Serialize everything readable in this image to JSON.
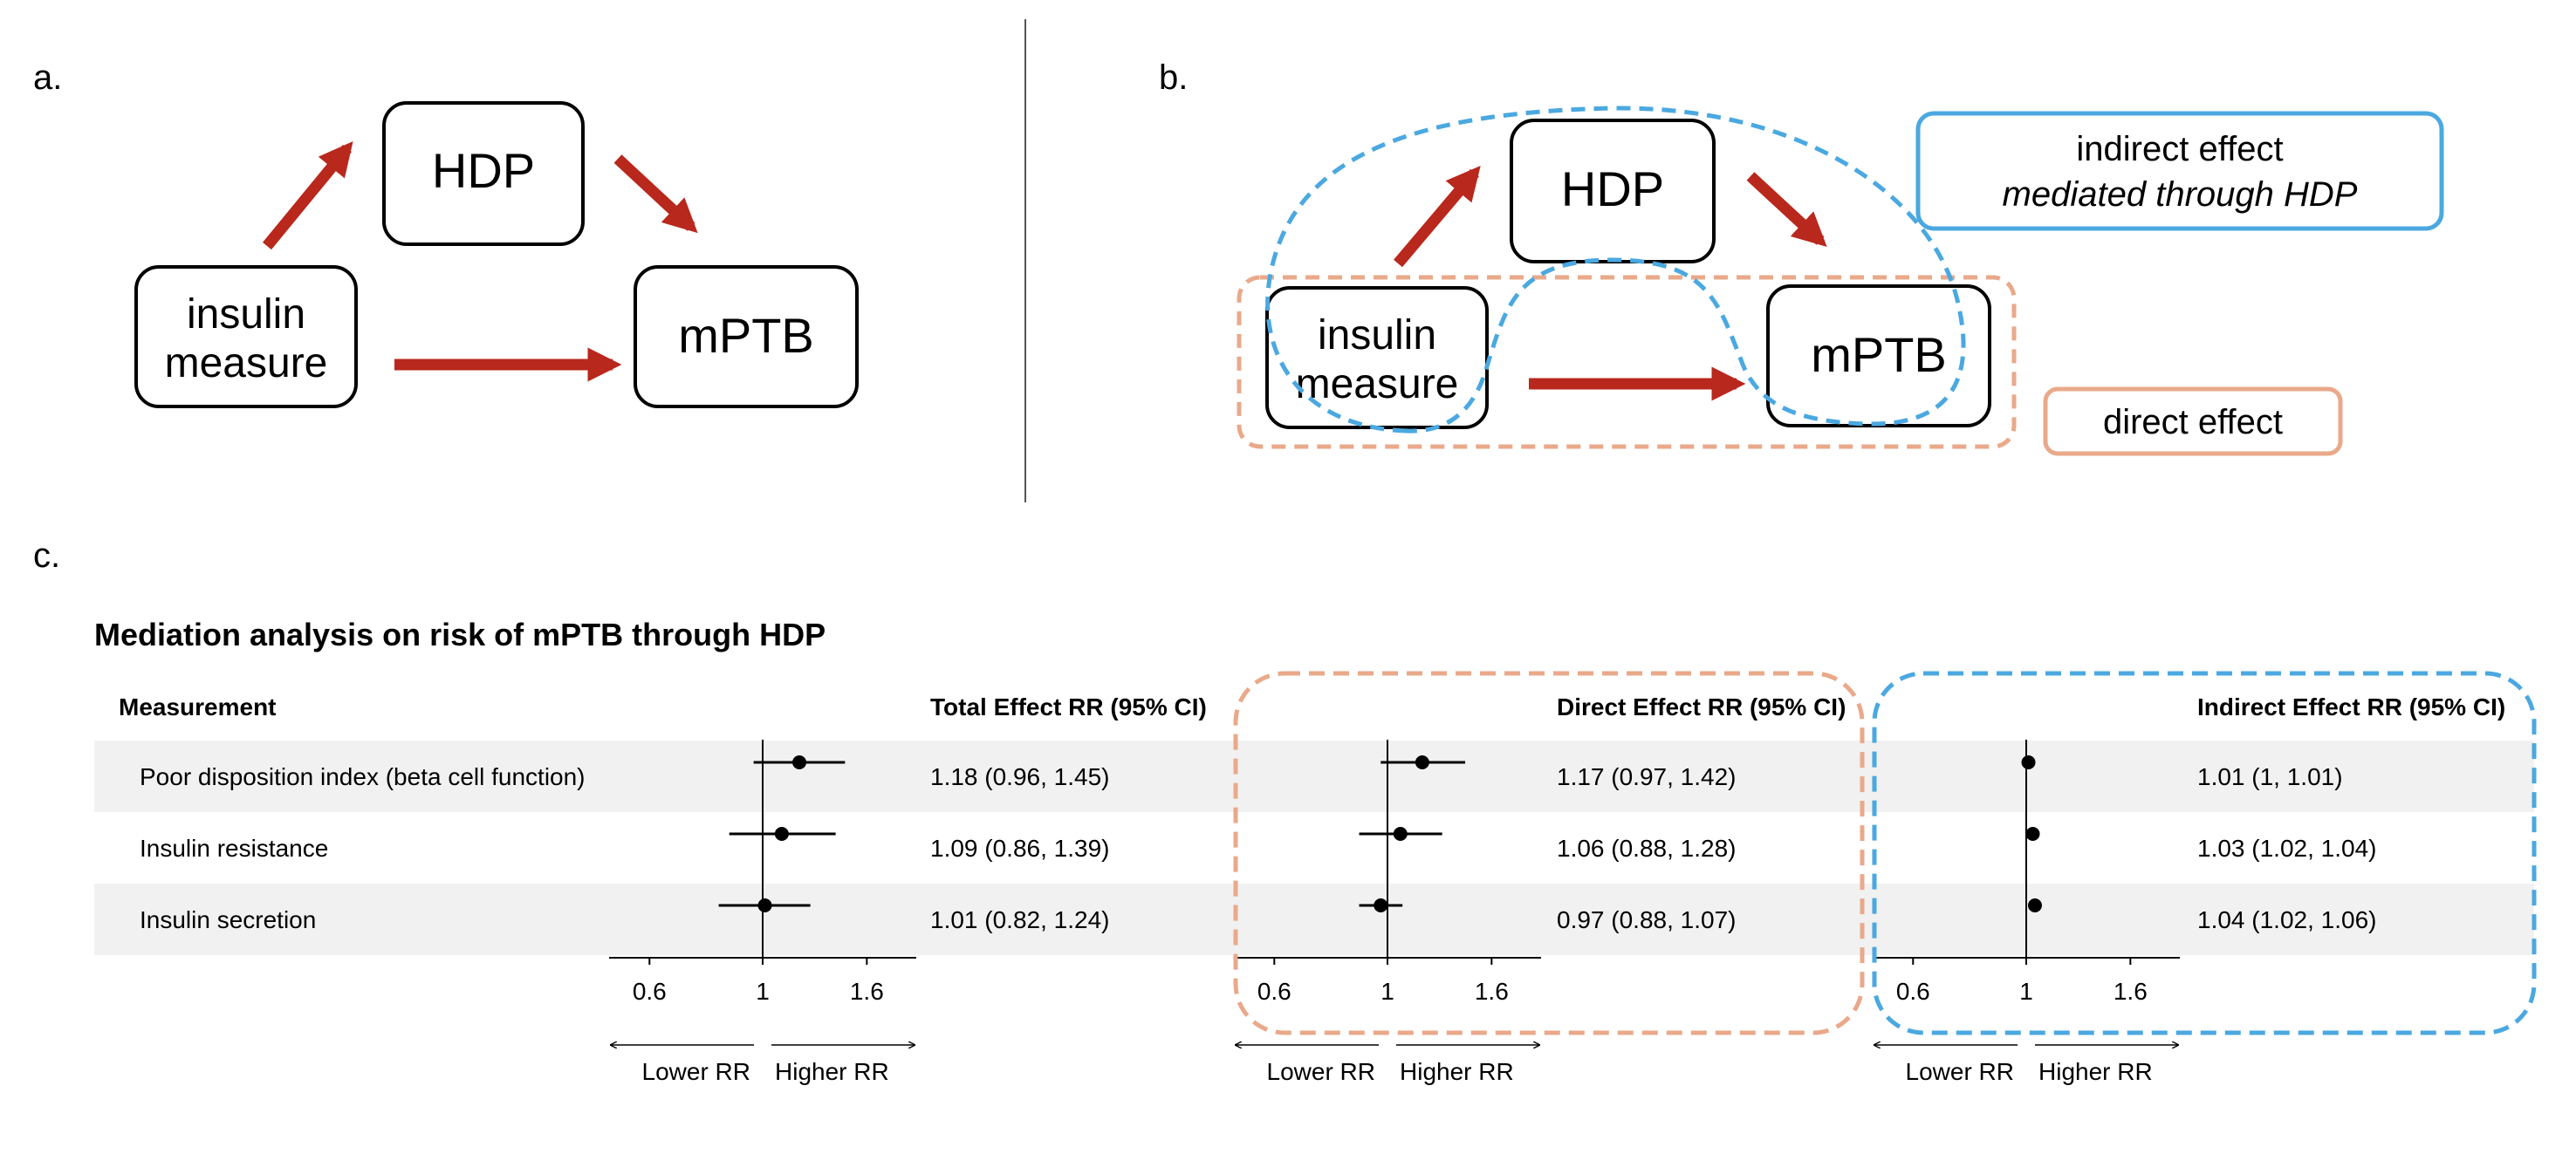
{
  "panel_a": {
    "label": "a.",
    "nodes": {
      "hdp": "HDP",
      "insulin_line1": "insulin",
      "insulin_line2": "measure",
      "mptb": "mPTB"
    }
  },
  "panel_b": {
    "label": "b.",
    "nodes": {
      "hdp": "HDP",
      "insulin_line1": "insulin",
      "insulin_line2": "measure",
      "mptb": "mPTB"
    },
    "legend": {
      "indirect_line1": "indirect effect",
      "indirect_line2": "mediated through HDP",
      "direct": "direct effect"
    }
  },
  "colors": {
    "arrow": "#b8281c",
    "direct": "#e9a98a",
    "indirect": "#4ba8e0",
    "row_band": "#f0f1f0"
  },
  "chart_data": {
    "type": "forest",
    "panel_label": "c.",
    "title": "Mediation analysis on risk of mPTB through HDP",
    "row_header": "Measurement",
    "rows": [
      "Poor disposition index (beta cell function)",
      "Insulin resistance",
      "Insulin secretion"
    ],
    "x_scale": "log",
    "xlim": [
      0.5,
      2.0
    ],
    "ticks": [
      0.6,
      1,
      1.6
    ],
    "tick_labels": [
      "0.6",
      "1",
      "1.6"
    ],
    "reference_line": 1,
    "direction_labels": {
      "lower": "Lower RR",
      "higher": "Higher RR"
    },
    "series": [
      {
        "name": "Total Effect RR (95% CI)",
        "estimates": [
          1.18,
          1.09,
          1.01
        ],
        "lower": [
          0.96,
          0.86,
          0.82
        ],
        "upper": [
          1.45,
          1.39,
          1.24
        ],
        "labels": [
          "1.18 (0.96, 1.45)",
          "1.09 (0.86, 1.39)",
          "1.01 (0.82, 1.24)"
        ]
      },
      {
        "name": "Direct Effect RR (95% CI)",
        "estimates": [
          1.17,
          1.06,
          0.97
        ],
        "lower": [
          0.97,
          0.88,
          0.88
        ],
        "upper": [
          1.42,
          1.28,
          1.07
        ],
        "labels": [
          "1.17 (0.97, 1.42)",
          "1.06 (0.88, 1.28)",
          "0.97 (0.88, 1.07)"
        ]
      },
      {
        "name": "Indirect Effect RR (95% CI)",
        "estimates": [
          1.01,
          1.03,
          1.04
        ],
        "lower": [
          1,
          1.02,
          1.02
        ],
        "upper": [
          1.01,
          1.04,
          1.06
        ],
        "labels": [
          "1.01 (1, 1.01)",
          "1.03 (1.02, 1.04)",
          "1.04 (1.02, 1.06)"
        ]
      }
    ]
  }
}
